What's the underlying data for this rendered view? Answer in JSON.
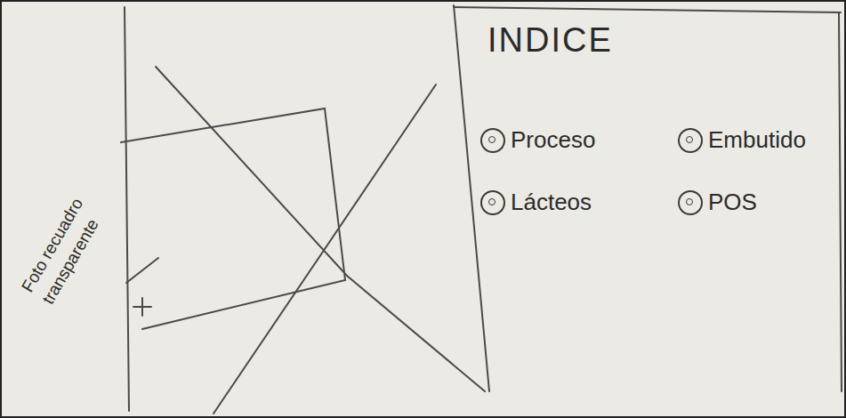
{
  "diagram": {
    "nodes": [
      {
        "text": [
          "INDICE",
          "Proceso",
          "Embutido",
          "Lácteos",
          "POS"
        ]
      }
    ],
    "labels": [
      "Foto recuadro transparente"
    ]
  }
}
